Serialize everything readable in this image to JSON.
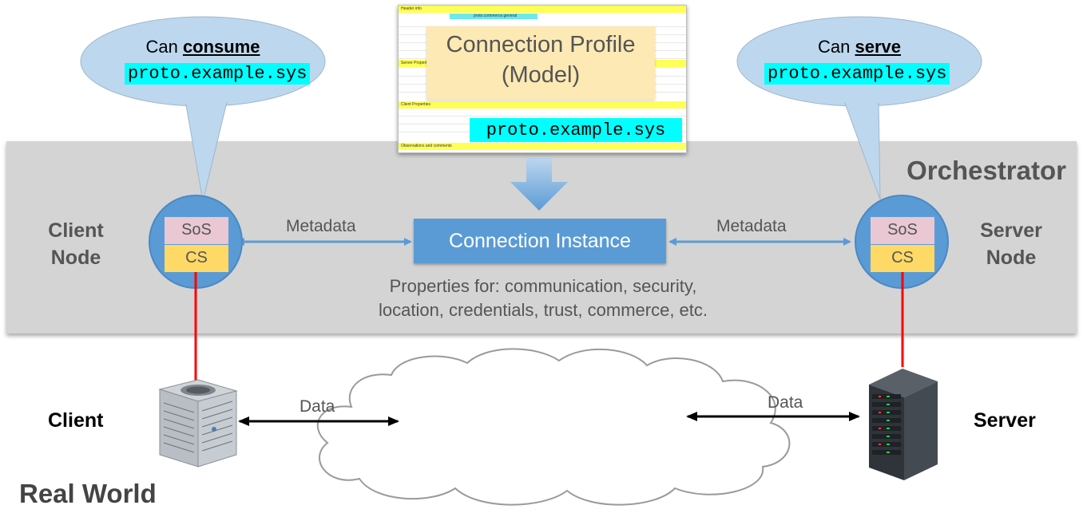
{
  "profile": {
    "title_line1": "Connection Profile",
    "title_line2": "(Model)",
    "system_name": "proto.example.sys",
    "doc_sections": [
      "Header info",
      "Server Properties",
      "Client Properties",
      "Observations and comments"
    ],
    "doc_header_value": "proto.commerce.general"
  },
  "client_bubble": {
    "prefix": "Can ",
    "verb": "consume",
    "system_name": "proto.example.sys"
  },
  "server_bubble": {
    "prefix": "Can ",
    "verb": "serve",
    "system_name": "proto.example.sys"
  },
  "orchestrator": {
    "title": "Orchestrator",
    "client_node_line1": "Client",
    "client_node_line2": "Node",
    "server_node_line1": "Server",
    "server_node_line2": "Node",
    "sos_label": "SoS",
    "cs_label": "CS",
    "connection_instance": "Connection Instance",
    "metadata_left": "Metadata",
    "metadata_right": "Metadata",
    "properties_line1": "Properties for: communication, security,",
    "properties_line2": "location, credentials, trust, commerce, etc."
  },
  "real_world": {
    "title": "Real World",
    "client_label": "Client",
    "server_label": "Server",
    "data_left": "Data",
    "data_right": "Data"
  },
  "colors": {
    "orchestrator_band": "#d4d4d4",
    "node_circle": "#5b9bd5",
    "connection_instance": "#5b9bd5",
    "profile_card": "#fde9b4",
    "code_highlight": "#00ffff",
    "sos_tab": "#e9c8d3",
    "cs_tab": "#ffd966",
    "link_line": "#ff0000",
    "bubble_fill": "#bdd7ee"
  }
}
